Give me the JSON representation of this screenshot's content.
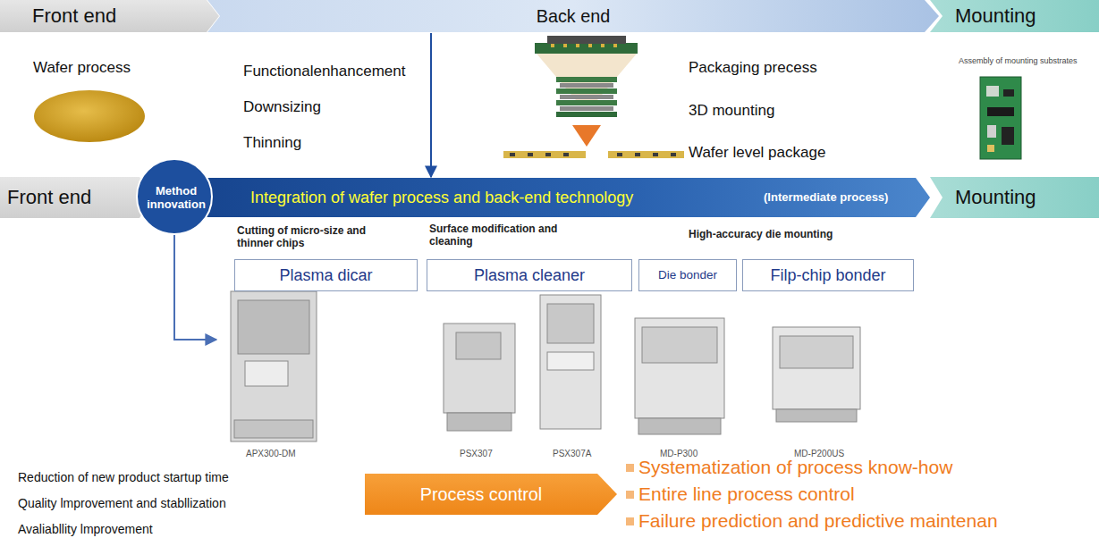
{
  "diagram": {
    "nodes": [
      {
        "text": [
          "Front end"
        ]
      },
      {
        "text": [
          "Back end"
        ]
      },
      {
        "text": [
          "Mounting"
        ]
      },
      {
        "text": [
          "Front end"
        ]
      },
      {
        "text": [
          "Method innovation"
        ]
      },
      {
        "text": [
          "Integration of wafer process and back-end technology",
          "(Intermediate process)"
        ]
      },
      {
        "text": [
          "Mounting"
        ]
      },
      {
        "text": [
          "Cutting of micro-size and thinner chips",
          "Plasma dicar"
        ]
      },
      {
        "text": [
          "Surface modification and cleaning",
          "Plasma cleaner"
        ]
      },
      {
        "text": [
          "Die bonder"
        ]
      },
      {
        "text": [
          "Filp-chip bonder"
        ]
      },
      {
        "text": [
          "Process control"
        ]
      }
    ],
    "edges": [
      {
        "from": 1,
        "to": 5,
        "arrow": "to"
      }
    ],
    "labels": [
      "Wafer process",
      "Functionalenhancement",
      "Downsizing",
      "Thinning",
      "Packaging precess",
      "3D mounting",
      "Wafer level package",
      "Assembly of mounting substrates",
      "High-accuracy die mounting",
      "APX300-DM",
      "PSX307",
      "PSX307A",
      "MD-P300",
      "MD-P200US",
      "Reduction of new product startup time",
      "Quality lmprovement and stabllization",
      "Avaliabllity lmprovement",
      "Systematization of process know-how",
      "Entire line process control",
      "Failure prediction and predictive maintenan"
    ]
  }
}
